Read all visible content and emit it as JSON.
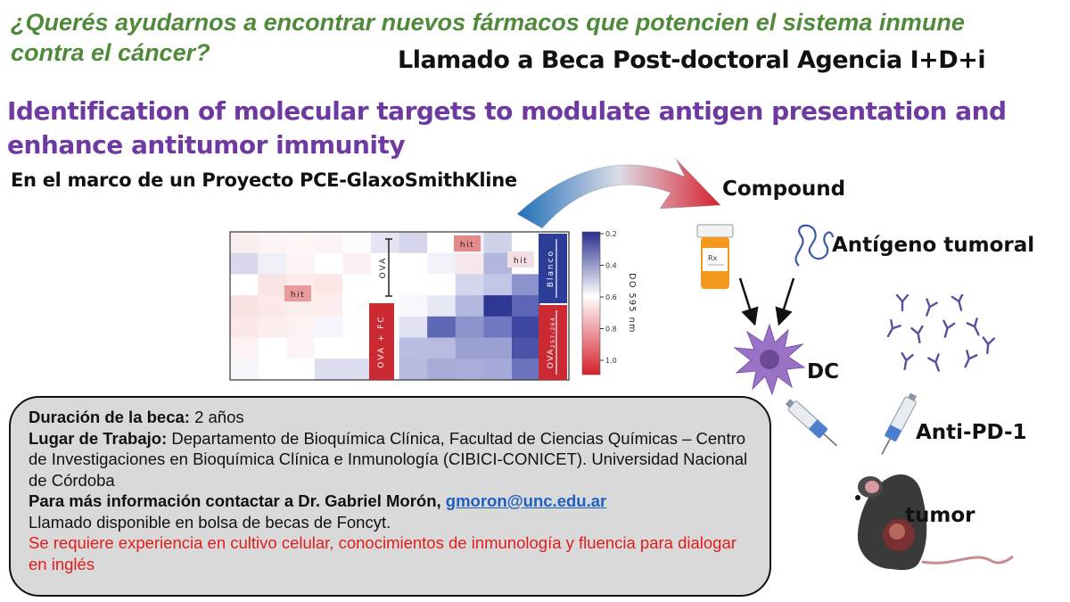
{
  "header": {
    "question": "¿Querés ayudarnos a encontrar nuevos fármacos que potencien el sistema inmune contra el cáncer?",
    "call": "Llamado a Beca Post-doctoral Agencia I+D+i",
    "project_title": "Identification of molecular targets to modulate antigen presentation and enhance antitumor immunity",
    "framework": "En el marco de un Proyecto PCE-GlaxoSmithKline"
  },
  "diagram": {
    "compound": "Compound",
    "antigen": "Antígeno tumoral",
    "dc": "DC",
    "anti_pd1": "Anti-PD-1",
    "tumor": "tumor",
    "pill_label": "Rx"
  },
  "heatmap": {
    "hit": "hit",
    "ova": "OVA",
    "ova_fc": "OVA + FC",
    "blanco": "Blanco",
    "ova_peptide": "OVA",
    "ova_peptide_sub": "257-264",
    "colorbar_label": "DO 595 nm",
    "colorbar_ticks": [
      "0.2",
      "0.4",
      "0.6",
      "0.8",
      "1.0"
    ],
    "colors": {
      "low": "#2a2f8f",
      "mid": "#ffffff",
      "high": "#d6202b"
    }
  },
  "info": {
    "duration_label": "Duración de la beca:",
    "duration_value": " 2 años",
    "place_label": "Lugar de Trabajo:",
    "place_value": " Departamento de Bioquímica Clínica, Facultad de Ciencias Químicas – Centro de Investigaciones en Bioquímica Clínica e Inmunología (CIBICI-CONICET). Universidad Nacional de Córdoba",
    "contact_label": "Para más información contactar a Dr. Gabriel Morón, ",
    "contact_email": "gmoron@unc.edu.ar",
    "foncyt": "Llamado disponible en bolsa de becas de Foncyt.",
    "requirements": "Se requiere experiencia en cultivo celular, conocimientos de inmunología y fluencia para dialogar en inglés"
  }
}
